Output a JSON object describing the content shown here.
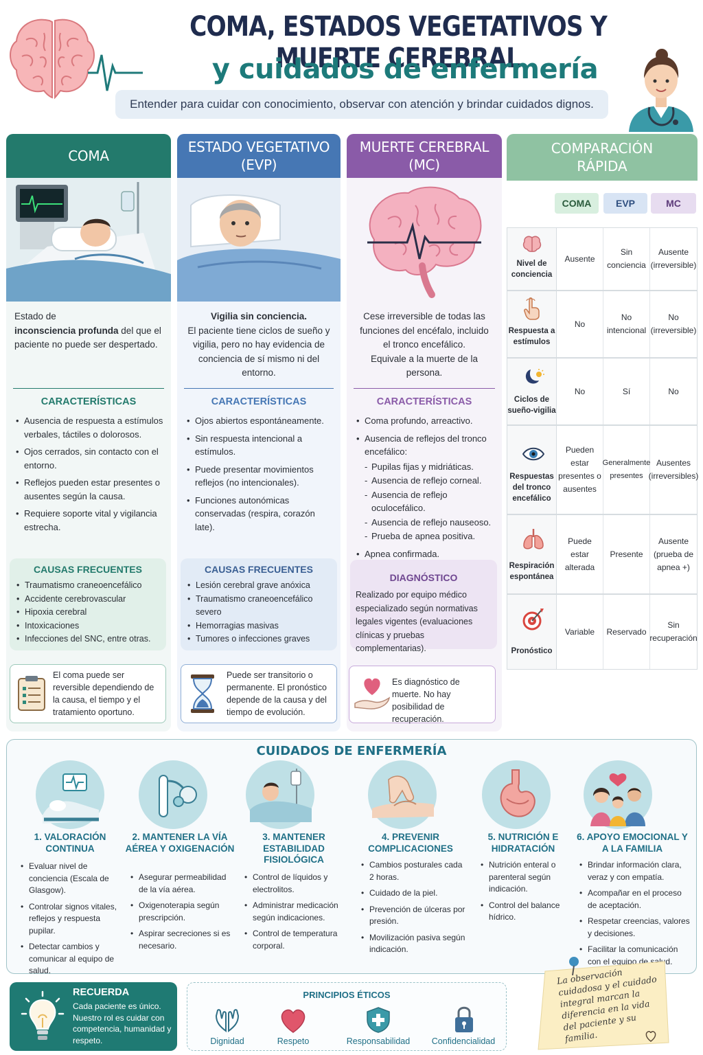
{
  "header": {
    "title": "COMA, ESTADOS VEGETATIVOS Y MUERTE CEREBRAL",
    "subtitle": "y cuidados de enfermería",
    "tagline": "Entender para cuidar con conocimiento, observar con atención y brindar cuidados dignos."
  },
  "colors": {
    "coma": "#237a6c",
    "evp": "#4677b4",
    "mc": "#8a5ba8",
    "comparison": "#8fc2a2",
    "care_accent": "#1f6f86"
  },
  "coma": {
    "title": "COMA",
    "desc_pre": "Estado de",
    "desc_bold": "inconsciencia profunda",
    "desc_post": "del que el paciente no puede ser despertado.",
    "char_title": "CARACTERÍSTICAS",
    "characteristics": [
      "Ausencia de respuesta a estímulos verbales, táctiles o dolorosos.",
      "Ojos cerrados, sin contacto con el entorno.",
      "Reflejos pueden estar presentes o ausentes según la causa.",
      "Requiere soporte vital y vigilancia estrecha."
    ],
    "causes_title": "CAUSAS FRECUENTES",
    "causes": [
      "Traumatismo craneoencefálico",
      "Accidente cerebrovascular",
      "Hipoxia cerebral",
      "Intoxicaciones",
      "Infecciones del SNC, entre otras."
    ],
    "note": "El coma puede ser reversible dependiendo de la causa, el tiempo y el tratamiento oportuno.",
    "note_icon": "clipboard-icon"
  },
  "evp": {
    "title_line1": "ESTADO VEGETATIVO",
    "title_line2": "(EVP)",
    "desc_bold": "Vigilia sin conciencia.",
    "desc_post": "El paciente tiene ciclos de sueño y vigilia, pero no hay evidencia de conciencia de sí mismo ni del entorno.",
    "char_title": "CARACTERÍSTICAS",
    "characteristics": [
      "Ojos abiertos espontáneamente.",
      "Sin respuesta intencional a estímulos.",
      "Puede presentar movimientos reflejos (no intencionales).",
      "Funciones autonómicas conservadas (respira, corazón late)."
    ],
    "causes_title": "CAUSAS FRECUENTES",
    "causes": [
      "Lesión cerebral grave anóxica",
      "Traumatismo craneoencefálico severo",
      "Hemorragias masivas",
      "Tumores o infecciones graves"
    ],
    "note": "Puede ser transitorio o permanente. El pronóstico depende de la causa y del tiempo de evolución.",
    "note_icon": "hourglass-icon"
  },
  "mc": {
    "title_line1": "MUERTE CEREBRAL",
    "title_line2": "(MC)",
    "desc_pre": "Cese irreversible de todas las funciones del encéfalo, incluido",
    "desc_mid": "el tronco encefálico.",
    "desc_post": "Equivale a la muerte de la persona.",
    "char_title": "CARACTERÍSTICAS",
    "characteristics": [
      "Coma profundo, arreactivo.",
      "Ausencia de reflejos del tronco encefálico:"
    ],
    "reflexes": [
      "Pupilas fijas y midriáticas.",
      "Ausencia de reflejo corneal.",
      "Ausencia de reflejo oculocefálico.",
      "Ausencia de reflejo nauseoso.",
      "Prueba de apnea positiva."
    ],
    "apnea": "Apnea confirmada.",
    "diag_title": "DIAGNÓSTICO",
    "diagnosis": "Realizado por equipo médico especializado según normativas legales vigentes (evaluaciones clínicas y pruebas complementarias).",
    "note": "Es diagnóstico de muerte. No hay posibilidad de recuperación.",
    "note_icon": "heart-hand-icon"
  },
  "comparison": {
    "title_line1": "COMPARACIÓN",
    "title_line2": "RÁPIDA",
    "columns": [
      "COMA",
      "EVP",
      "MC"
    ],
    "rows": [
      {
        "label": "Nivel de conciencia",
        "icon": "brain-icon",
        "coma": "Ausente",
        "evp": "Sin conciencia",
        "mc": "Ausente (irreversible)"
      },
      {
        "label": "Respuesta a estímulos",
        "icon": "hand-pointer-icon",
        "coma": "No",
        "evp": "No intencional",
        "mc": "No (irreversible)"
      },
      {
        "label": "Ciclos de sueño-vigilia",
        "icon": "moon-sun-icon",
        "coma": "No",
        "evp": "Sí",
        "mc": "No"
      },
      {
        "label": "Respuestas del tronco encefálico",
        "icon": "eye-icon",
        "coma": "Pueden estar presentes o ausentes",
        "evp": "Generalmente presentes",
        "mc": "Ausentes (irreversibles)"
      },
      {
        "label": "Respiración espontánea",
        "icon": "lungs-icon",
        "coma": "Puede estar alterada",
        "evp": "Presente",
        "mc": "Ausente (prueba de apnea +)"
      },
      {
        "label": "Pronóstico",
        "icon": "target-icon",
        "coma": "Variable",
        "evp": "Reservado",
        "mc": "Sin recuperación"
      }
    ]
  },
  "care": {
    "title": "CUIDADOS DE ENFERMERÍA",
    "items": [
      {
        "title": "1. VALORACIÓN CONTINUA",
        "icon": "monitor-bed-icon",
        "bullets": [
          "Evaluar nivel de conciencia (Escala de Glasgow).",
          "Controlar signos vitales, reflejos y respuesta pupilar.",
          "Detectar cambios y comunicar al equipo de salud."
        ]
      },
      {
        "title": "2. MANTENER LA VÍA AÉREA Y OXIGENACIÓN",
        "icon": "airway-icon",
        "bullets": [
          "Asegurar permeabilidad de la vía aérea.",
          "Oxigenoterapia según prescripción.",
          "Aspirar secreciones si es necesario."
        ]
      },
      {
        "title": "3. MANTENER ESTABILIDAD FISIOLÓGICA",
        "icon": "iv-patient-icon",
        "bullets": [
          "Control de líquidos y electrolitos.",
          "Administrar medicación según indicaciones.",
          "Control de temperatura corporal."
        ]
      },
      {
        "title": "4. PREVENIR COMPLICACIONES",
        "icon": "hands-care-icon",
        "bullets": [
          "Cambios posturales cada 2 horas.",
          "Cuidado de la piel.",
          "Prevención de úlceras por presión.",
          "Movilización pasiva según indicación."
        ]
      },
      {
        "title": "5. NUTRICIÓN E HIDRATACIÓN",
        "icon": "stomach-icon",
        "bullets": [
          "Nutrición enteral o parenteral según indicación.",
          "Control del balance hídrico."
        ]
      },
      {
        "title": "6. APOYO EMOCIONAL Y A LA FAMILIA",
        "icon": "family-icon",
        "bullets": [
          "Brindar información clara, veraz y con empatía.",
          "Acompañar en el proceso de aceptación.",
          "Respetar creencias, valores y decisiones.",
          "Facilitar la comunicación con el equipo de salud."
        ]
      }
    ]
  },
  "footer": {
    "remember_title": "RECUERDA",
    "remember_text": "Cada paciente es único. Nuestro rol es cuidar con competencia, humanidad y respeto.",
    "ethics_title": "PRINCIPIOS ÉTICOS",
    "ethics": [
      {
        "label": "Dignidad",
        "icon": "hands-icon"
      },
      {
        "label": "Respeto",
        "icon": "heart-icon"
      },
      {
        "label": "Responsabilidad",
        "icon": "shield-cross-icon"
      },
      {
        "label": "Confidencialidad",
        "icon": "lock-icon"
      }
    ],
    "sticky_note": "La observación cuidadosa y el cuidado integral marcan la diferencia en la vida del paciente y su familia."
  }
}
